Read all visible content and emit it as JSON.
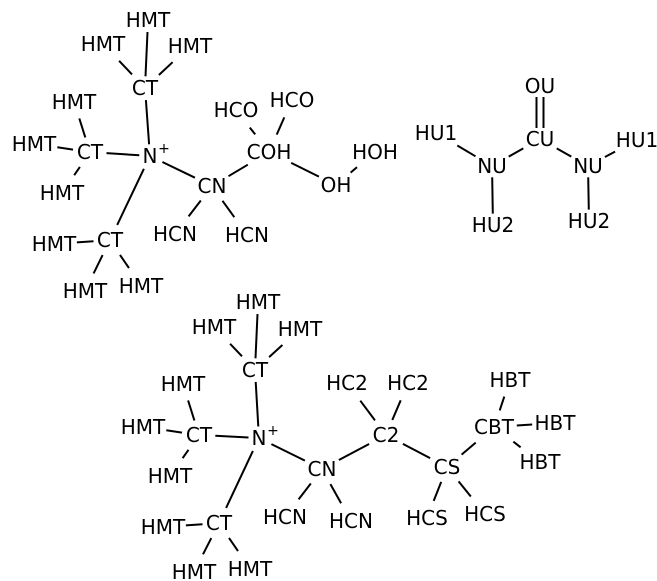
{
  "molecules": [
    {
      "id": "tetramethylammonium-cyanomethyl",
      "atoms": [
        {
          "id": "n1",
          "label": "N",
          "charge": "+"
        },
        {
          "id": "ct_top",
          "label": "CT"
        },
        {
          "id": "ht1",
          "label": "HMT"
        },
        {
          "id": "ht2",
          "label": "HMT"
        },
        {
          "id": "ht3",
          "label": "HMT"
        },
        {
          "id": "ct_left",
          "label": "CT"
        },
        {
          "id": "hl1",
          "label": "HMT"
        },
        {
          "id": "hl2",
          "label": "HMT"
        },
        {
          "id": "hl3",
          "label": "HMT"
        },
        {
          "id": "ct_bot",
          "label": "CT"
        },
        {
          "id": "hb1",
          "label": "HMT"
        },
        {
          "id": "hb2",
          "label": "HMT"
        },
        {
          "id": "hb3",
          "label": "HMT"
        },
        {
          "id": "cn",
          "label": "CN"
        },
        {
          "id": "hcn1",
          "label": "HCN"
        },
        {
          "id": "hcn2",
          "label": "HCN"
        },
        {
          "id": "coh",
          "label": "COH"
        },
        {
          "id": "hco1",
          "label": "HCO"
        },
        {
          "id": "hco2",
          "label": "HCO"
        },
        {
          "id": "oh",
          "label": "OH"
        },
        {
          "id": "hoh",
          "label": "HOH"
        }
      ]
    },
    {
      "id": "urea",
      "atoms": [
        {
          "id": "ou",
          "label": "OU"
        },
        {
          "id": "cu",
          "label": "CU"
        },
        {
          "id": "nu1",
          "label": "NU"
        },
        {
          "id": "nu2",
          "label": "NU"
        },
        {
          "id": "hu1a",
          "label": "HU1"
        },
        {
          "id": "hu2a",
          "label": "HU2"
        },
        {
          "id": "hu1b",
          "label": "HU1"
        },
        {
          "id": "hu2b",
          "label": "HU2"
        }
      ]
    },
    {
      "id": "tetramethylammonium-butyl",
      "atoms": [
        {
          "id": "n1",
          "label": "N",
          "charge": "+"
        },
        {
          "id": "ct_top",
          "label": "CT"
        },
        {
          "id": "ht1",
          "label": "HMT"
        },
        {
          "id": "ht2",
          "label": "HMT"
        },
        {
          "id": "ht3",
          "label": "HMT"
        },
        {
          "id": "ct_left",
          "label": "CT"
        },
        {
          "id": "hl1",
          "label": "HMT"
        },
        {
          "id": "hl2",
          "label": "HMT"
        },
        {
          "id": "hl3",
          "label": "HMT"
        },
        {
          "id": "ct_bot",
          "label": "CT"
        },
        {
          "id": "hb1",
          "label": "HMT"
        },
        {
          "id": "hb2",
          "label": "HMT"
        },
        {
          "id": "hb3",
          "label": "HMT"
        },
        {
          "id": "cn",
          "label": "CN"
        },
        {
          "id": "hcn1",
          "label": "HCN"
        },
        {
          "id": "hcn2",
          "label": "HCN"
        },
        {
          "id": "c2",
          "label": "C2"
        },
        {
          "id": "hc2a",
          "label": "HC2"
        },
        {
          "id": "hc2b",
          "label": "HC2"
        },
        {
          "id": "cs",
          "label": "CS"
        },
        {
          "id": "hcs1",
          "label": "HCS"
        },
        {
          "id": "hcs2",
          "label": "HCS"
        },
        {
          "id": "cbt",
          "label": "CBT"
        },
        {
          "id": "hbt1",
          "label": "HBT"
        },
        {
          "id": "hbt2",
          "label": "HBT"
        },
        {
          "id": "hbt3",
          "label": "HBT"
        }
      ]
    }
  ]
}
